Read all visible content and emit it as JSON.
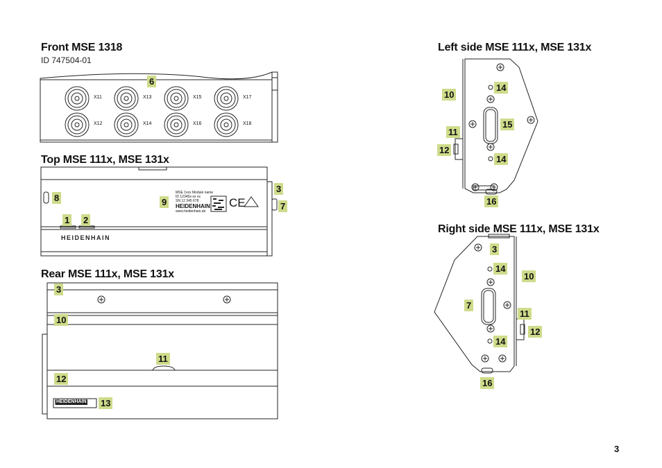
{
  "front": {
    "title": "Front MSE 1318",
    "id": "ID 747504-01",
    "connectors": [
      "X11",
      "X13",
      "X15",
      "X17",
      "X12",
      "X14",
      "X16",
      "X18"
    ]
  },
  "top": {
    "title": "Top MSE 111x, MSE 131x",
    "brand": "HEIDENHAIN",
    "label_lines": [
      "MSE 1xxx   Module name",
      "ID 12345x-xx    xx",
      "SN 12 345 678"
    ],
    "label_brand": "HEIDENHAIN",
    "label_url": "www.heidenhain.de",
    "ce_mark": "CE"
  },
  "rear": {
    "title": "Rear MSE 111x, MSE 131x",
    "brand": "HEIDENHAIN"
  },
  "left": {
    "title": "Left side MSE 111x, MSE 131x"
  },
  "right": {
    "title": "Right side MSE 111x, MSE 131x"
  },
  "callouts": {
    "front": [
      "6"
    ],
    "top": [
      "8",
      "9",
      "1",
      "2",
      "3",
      "7"
    ],
    "rear": [
      "3",
      "10",
      "11",
      "12",
      "13"
    ],
    "left": [
      "14",
      "10",
      "15",
      "11",
      "12",
      "14",
      "16"
    ],
    "right": [
      "3",
      "14",
      "10",
      "7",
      "11",
      "12",
      "14",
      "16"
    ]
  },
  "page_number": "3",
  "colors": {
    "callout_bg": "#cfdb8a",
    "line": "#222222"
  }
}
